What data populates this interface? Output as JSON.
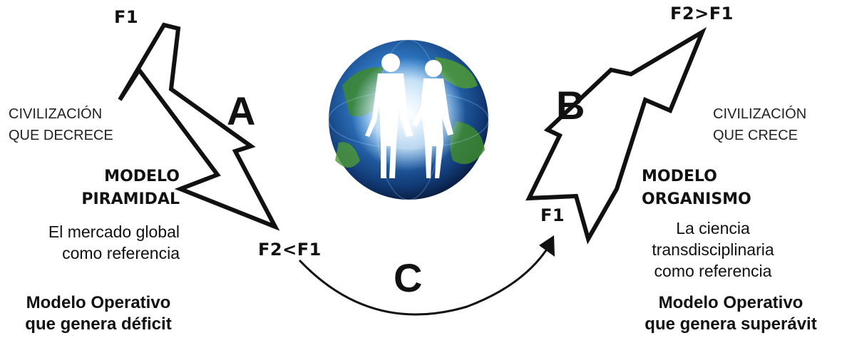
{
  "arrow_a": {
    "start_label": "F1",
    "end_label": "F2<F1",
    "letter": "A"
  },
  "arrow_b": {
    "start_label": "F1",
    "end_label": "F2>F1",
    "letter": "B"
  },
  "arrow_c": {
    "letter": "C"
  },
  "left": {
    "civilization": [
      "CIVILIZACIÓN",
      "QUE DECRECE"
    ],
    "model_title": [
      "MODELO",
      "PIRAMIDAL"
    ],
    "model_desc": [
      "El mercado global",
      "como referencia"
    ],
    "operative": [
      "Modelo Operativo",
      "que genera déficit"
    ]
  },
  "right": {
    "civilization": [
      "CIVILIZACIÓN",
      "QUE CRECE"
    ],
    "model_title": [
      "MODELO",
      "ORGANISMO"
    ],
    "model_desc": [
      "La ciencia",
      "transdisciplinaria",
      "como referencia"
    ],
    "operative": [
      "Modelo Operativo",
      "que genera superávit"
    ]
  },
  "colors": {
    "ink": "#111111",
    "ocean": "#1f5fae",
    "land": "#3e8a2e",
    "glow": "#ffffff"
  },
  "center_image": {
    "icon": "globe-with-human-figures-icon"
  }
}
